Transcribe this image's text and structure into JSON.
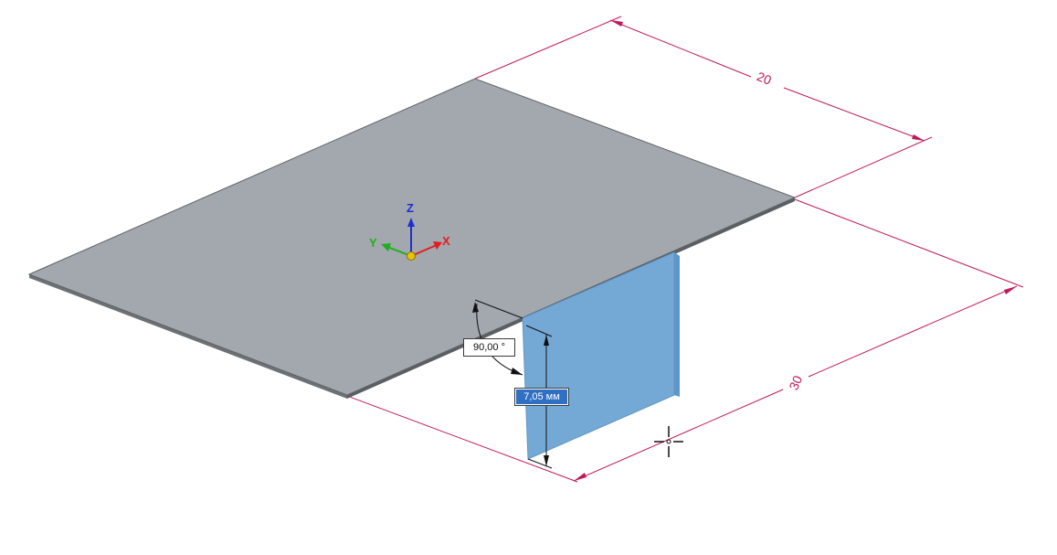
{
  "viewport": {
    "background": "#ffffff"
  },
  "model": {
    "plate_color": "#a2a8ad",
    "plate_edge_color": "#5f6468",
    "flange_color": "#74a9d6",
    "flange_highlight_color": "#a5cdee"
  },
  "dimensions": {
    "color": "#c0185a",
    "width_label": "20",
    "depth_label": "30"
  },
  "triad": {
    "x_label": "X",
    "y_label": "Y",
    "z_label": "Z",
    "x_color": "#e01e1e",
    "y_color": "#1fae1f",
    "z_color": "#1c2fd0",
    "origin_color": "#e8c400"
  },
  "edit_fields": {
    "angle_value": "90,00 °",
    "length_value": "7,05 мм"
  },
  "cursor": {
    "icon": "crosshair-cursor-icon"
  }
}
